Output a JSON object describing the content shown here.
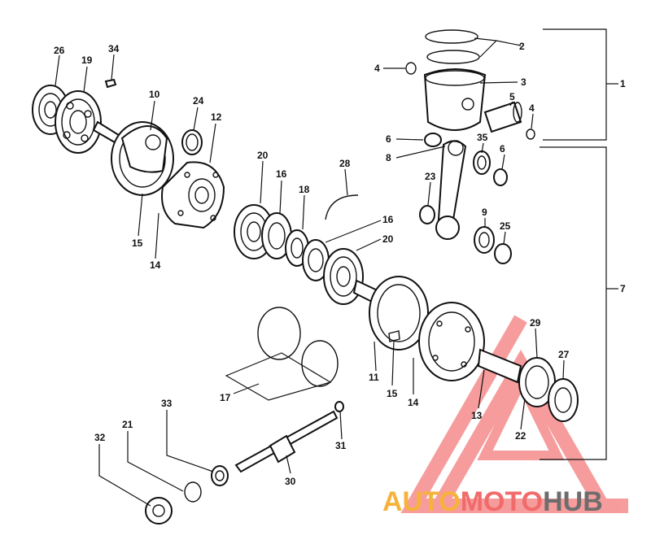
{
  "callouts": [
    "26",
    "19",
    "34",
    "10",
    "24",
    "12",
    "15",
    "14",
    "20",
    "16",
    "18",
    "28",
    "16",
    "20",
    "4",
    "2",
    "3",
    "1",
    "5",
    "4",
    "6",
    "35",
    "6",
    "8",
    "23",
    "9",
    "25",
    "7",
    "29",
    "27",
    "11",
    "15",
    "14",
    "13",
    "22",
    "17",
    "33",
    "21",
    "32",
    "31",
    "30"
  ],
  "watermark": {
    "part1": "AUTO",
    "part2": "MOTO",
    "part3": "HUB",
    "color_auto": "#f7b23b",
    "color_moto": "#f26b6b",
    "color_hub": "#6d6d6d",
    "triangle_color": "#ef4d4d"
  }
}
